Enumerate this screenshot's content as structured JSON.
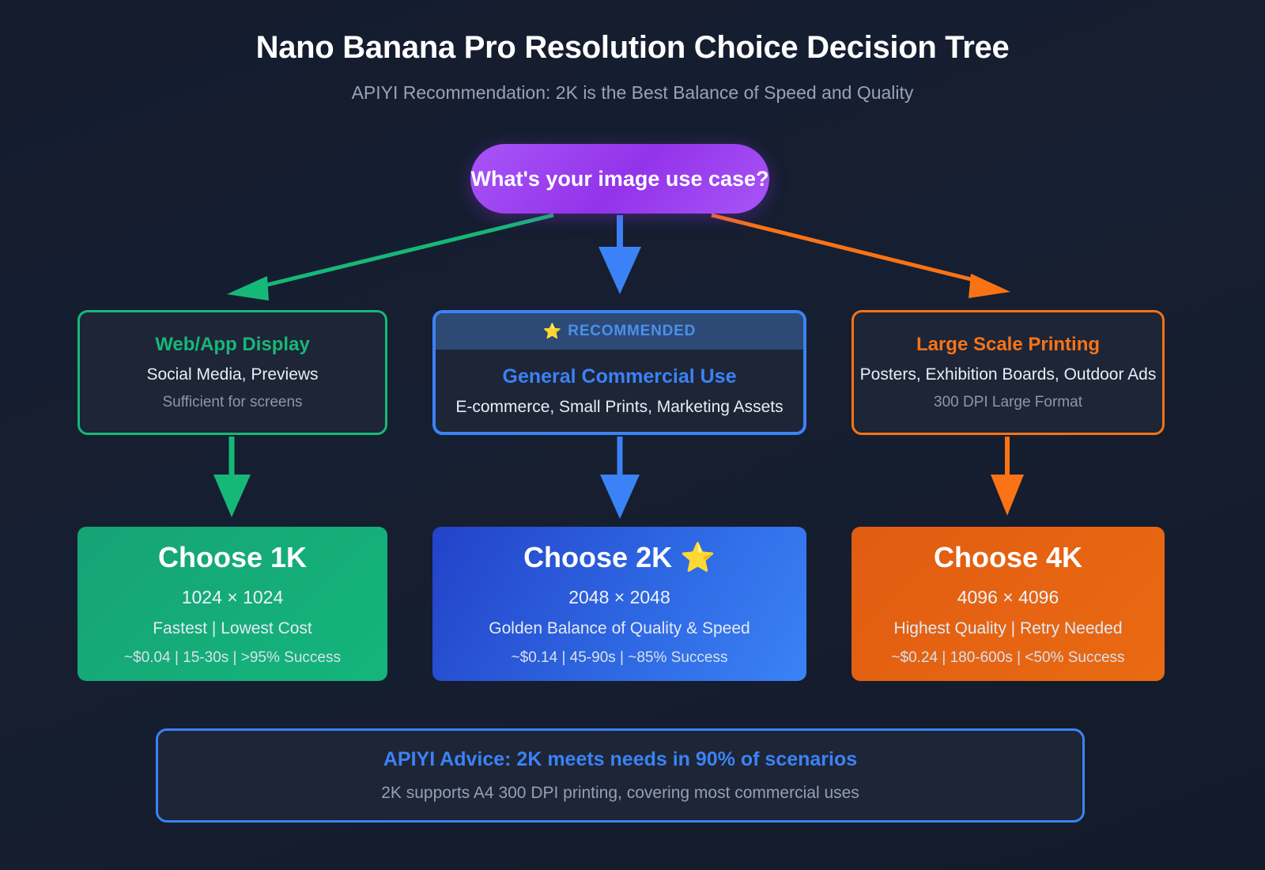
{
  "header": {
    "title": "Nano Banana Pro Resolution Choice Decision Tree",
    "subtitle": "APIYI Recommendation: 2K is the Best Balance of Speed and Quality"
  },
  "root": {
    "label": "What's your image use case?"
  },
  "branches": [
    {
      "key": "web",
      "heading": "Web/App Display",
      "detail": "Social Media, Previews",
      "note": "Sufficient for screens",
      "color": "#16b877"
    },
    {
      "key": "commercial",
      "badge_star": "⭐",
      "badge": "RECOMMENDED",
      "heading": "General Commercial Use",
      "detail": "E-commerce, Small Prints, Marketing Assets",
      "color": "#3b82f6"
    },
    {
      "key": "print",
      "heading": "Large Scale Printing",
      "detail": "Posters, Exhibition Boards, Outdoor Ads",
      "note": "300 DPI Large Format",
      "color": "#f97316"
    }
  ],
  "results": [
    {
      "key": "1k",
      "title": "Choose 1K",
      "dimensions": "1024 × 1024",
      "summary": "Fastest | Lowest Cost",
      "metrics": "~$0.04 | 15-30s | >95% Success",
      "color": "#14b57c"
    },
    {
      "key": "2k",
      "title": "Choose 2K ⭐",
      "dimensions": "2048 × 2048",
      "summary": "Golden Balance of Quality & Speed",
      "metrics": "~$0.14 | 45-90s | ~85% Success",
      "color": "#3b82f6"
    },
    {
      "key": "4k",
      "title": "Choose 4K",
      "dimensions": "4096 × 4096",
      "summary": "Highest Quality | Retry Needed",
      "metrics": "~$0.24 | 180-600s | <50% Success",
      "color": "#ea6a12"
    }
  ],
  "footer": {
    "advice": "APIYI Advice: 2K meets needs in 90% of scenarios",
    "detail": "2K supports A4 300 DPI printing, covering most commercial uses"
  }
}
